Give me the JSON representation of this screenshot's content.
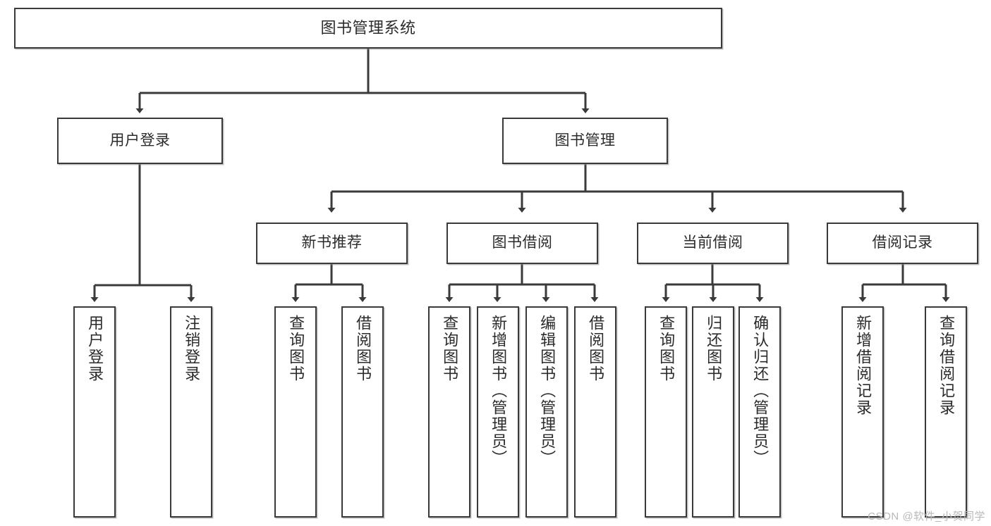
{
  "diagram": {
    "title": "图书管理系统",
    "type": "tree-hierarchy",
    "watermark": "CSDN @软件_小贺同学",
    "colors": {
      "box_border": "#3a3a3a",
      "box_fill": "#ffffff",
      "edge": "#3a3a3a",
      "text": "#2b2b2b",
      "watermark": "#b9b9b9"
    },
    "nodes": {
      "root": {
        "label": "图书管理系统"
      },
      "level1": [
        {
          "label": "用户登录"
        },
        {
          "label": "图书管理"
        }
      ],
      "level2": [
        {
          "label": "新书推荐"
        },
        {
          "label": "图书借阅"
        },
        {
          "label": "当前借阅"
        },
        {
          "label": "借阅记录"
        }
      ],
      "leaves_user_login": [
        {
          "label": "用户登录"
        },
        {
          "label": "注销登录"
        }
      ],
      "leaves_new_book": [
        {
          "label": "查询图书"
        },
        {
          "label": "借阅图书"
        }
      ],
      "leaves_borrow": [
        {
          "label": "查询图书"
        },
        {
          "label": "新增图书（管理员）"
        },
        {
          "label": "编辑图书（管理员）"
        },
        {
          "label": "借阅图书"
        }
      ],
      "leaves_current": [
        {
          "label": "查询图书"
        },
        {
          "label": "归还图书"
        },
        {
          "label": "确认归还（管理员）"
        }
      ],
      "leaves_record": [
        {
          "label": "新增借阅记录"
        },
        {
          "label": "查询借阅记录"
        }
      ]
    }
  }
}
